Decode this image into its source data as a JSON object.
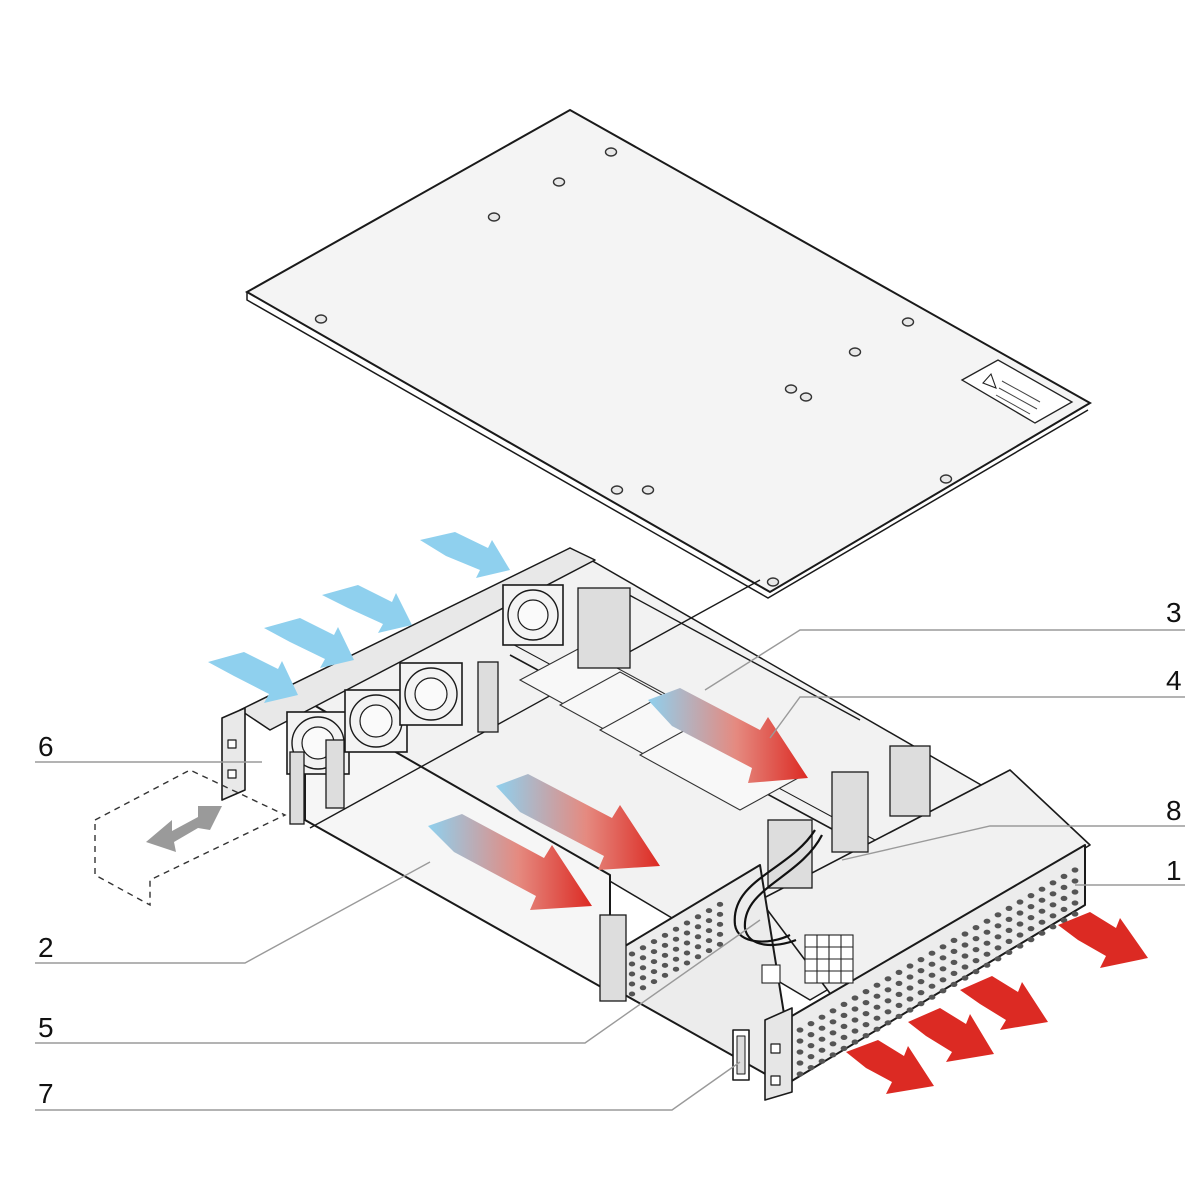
{
  "callouts": [
    {
      "id": "1",
      "label": "1"
    },
    {
      "id": "2",
      "label": "2"
    },
    {
      "id": "3",
      "label": "3"
    },
    {
      "id": "4",
      "label": "4"
    },
    {
      "id": "5",
      "label": "5"
    },
    {
      "id": "6",
      "label": "6"
    },
    {
      "id": "7",
      "label": "7"
    },
    {
      "id": "8",
      "label": "8"
    }
  ],
  "colors": {
    "intake_air": "#8fd0ee",
    "exhaust_air": "#dc2a23",
    "leader_line": "#9a9a9a",
    "outline": "#1a1a1a",
    "cover_fill": "#f4f4f4",
    "chassis_fill": "#f2f2f2",
    "move_arrow": "#9a9a9a"
  },
  "icons": {
    "intake_arrows": "intake-airflow-arrow",
    "internal_arrows": "internal-airflow-gradient-arrow",
    "exhaust_arrows": "exhaust-airflow-arrow",
    "module_slide": "double-headed-slide-arrow",
    "warning_label": "electrical-hazard-label"
  }
}
